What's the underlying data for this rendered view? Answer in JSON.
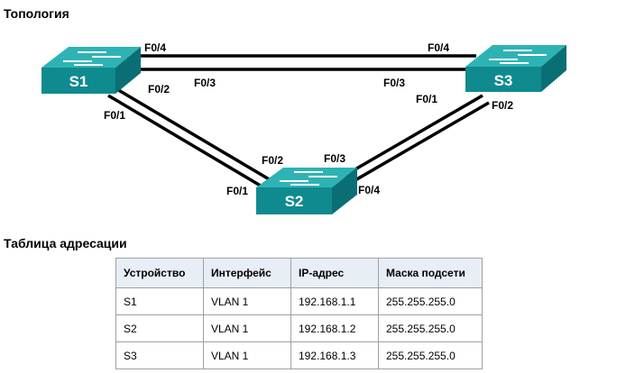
{
  "topology": {
    "title": "Топология",
    "switches": [
      {
        "name": "S1"
      },
      {
        "name": "S2"
      },
      {
        "name": "S3"
      }
    ],
    "ports": {
      "s1_f04": "F0/4",
      "s1_f03": "F0/3",
      "s1_f02": "F0/2",
      "s1_f01": "F0/1",
      "s3_f04": "F0/4",
      "s3_f03": "F0/3",
      "s3_f01": "F0/1",
      "s3_f02": "F0/2",
      "s2_f02": "F0/2",
      "s2_f01": "F0/1",
      "s2_f03": "F0/3",
      "s2_f04": "F0/4"
    },
    "colors": {
      "switch_front": "#0f8a8f",
      "switch_top": "#2eb3b5",
      "switch_side": "#0a6f74",
      "cable": "#000000"
    }
  },
  "addressing": {
    "title": "Таблица адресации",
    "headers": [
      "Устройство",
      "Интерфейс",
      "IP-адрес",
      "Маска подсети"
    ],
    "rows": [
      [
        "S1",
        "VLAN 1",
        "192.168.1.1",
        "255.255.255.0"
      ],
      [
        "S2",
        "VLAN 1",
        "192.168.1.2",
        "255.255.255.0"
      ],
      [
        "S3",
        "VLAN 1",
        "192.168.1.3",
        "255.255.255.0"
      ]
    ]
  }
}
